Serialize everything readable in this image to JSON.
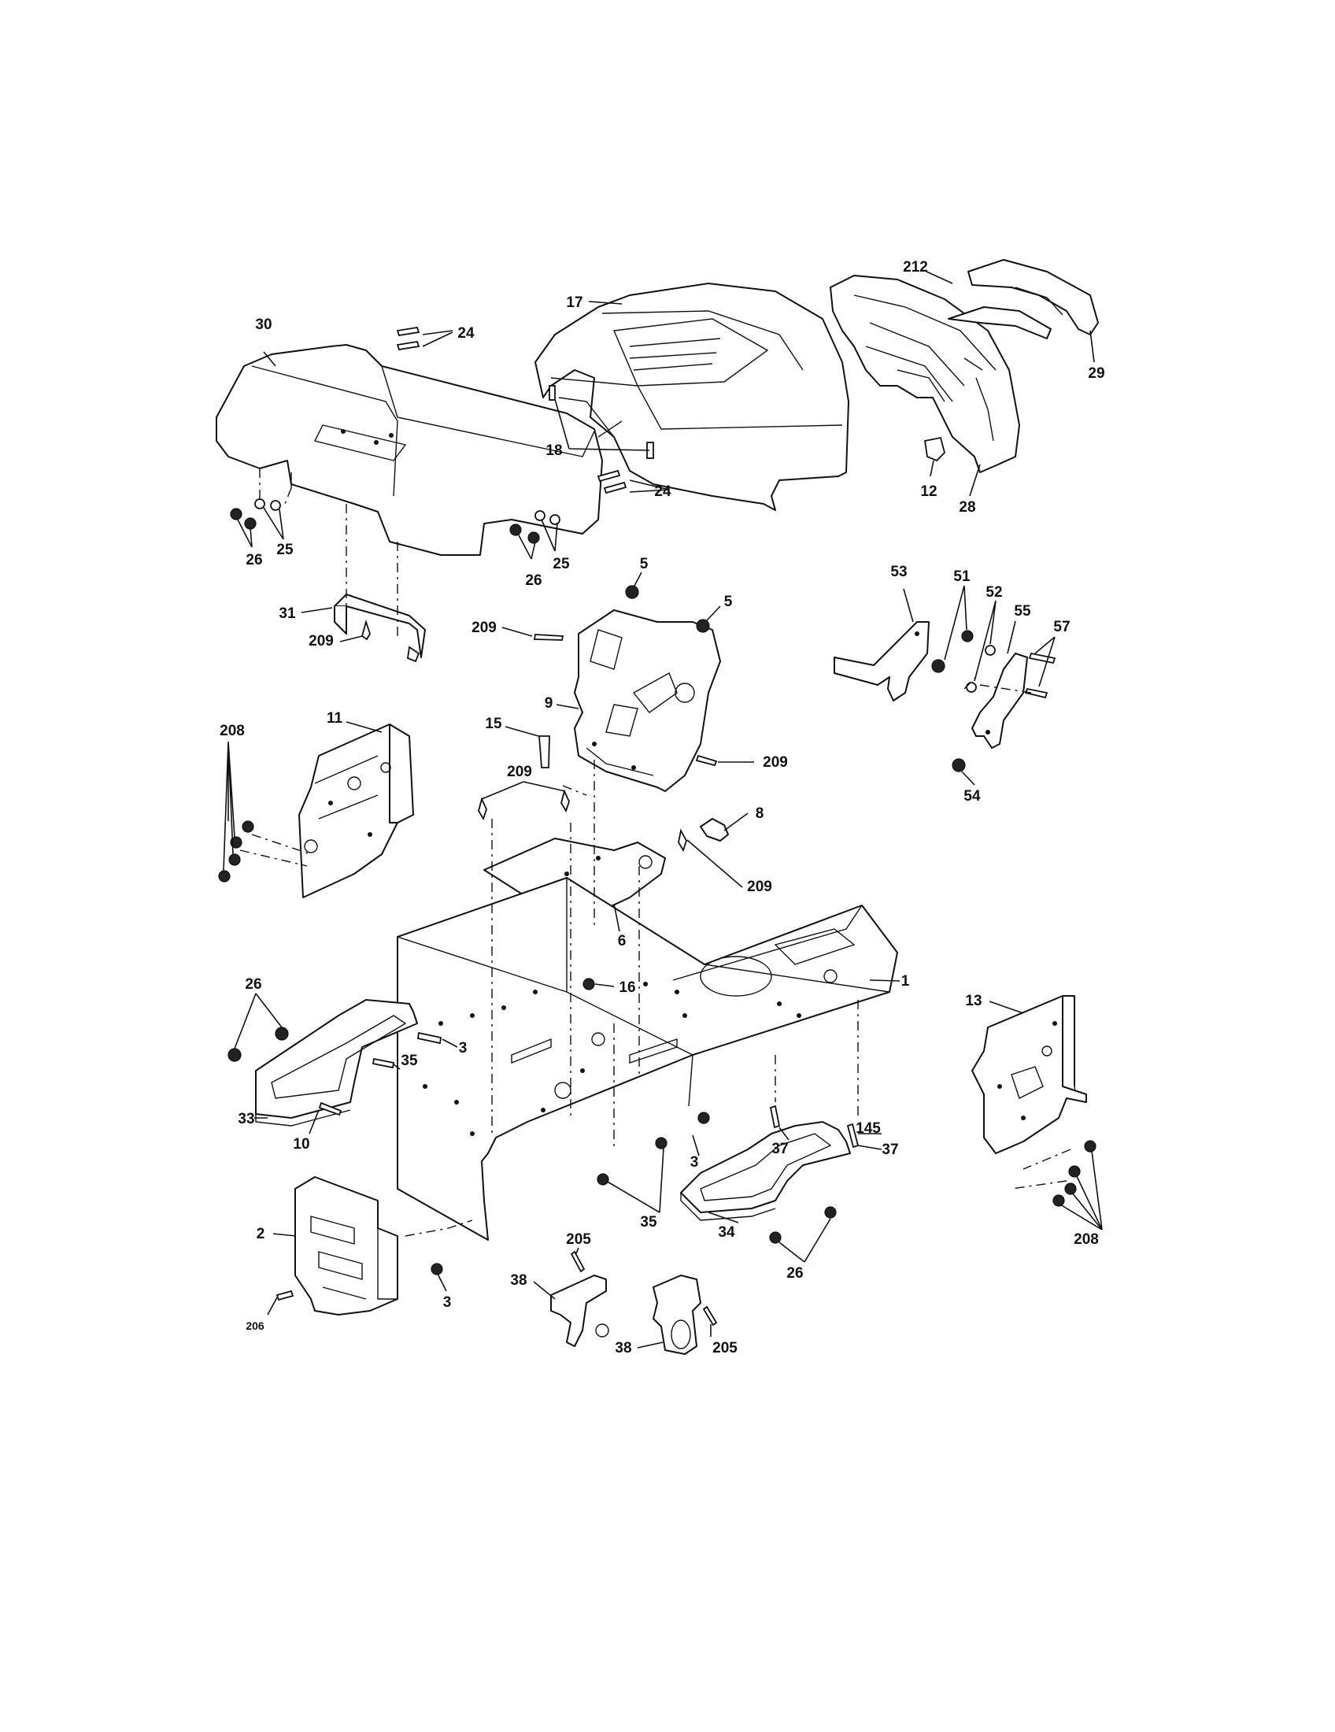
{
  "diagram": {
    "callouts": [
      {
        "id": "c30",
        "text": "30"
      },
      {
        "id": "c24a",
        "text": "24"
      },
      {
        "id": "c17",
        "text": "17"
      },
      {
        "id": "c212",
        "text": "212"
      },
      {
        "id": "c29",
        "text": "29"
      },
      {
        "id": "c18",
        "text": "18"
      },
      {
        "id": "c24b",
        "text": "24"
      },
      {
        "id": "c12",
        "text": "12"
      },
      {
        "id": "c28",
        "text": "28"
      },
      {
        "id": "c25a",
        "text": "25"
      },
      {
        "id": "c26a",
        "text": "26"
      },
      {
        "id": "c25b",
        "text": "25"
      },
      {
        "id": "c26b",
        "text": "26"
      },
      {
        "id": "c5a",
        "text": "5"
      },
      {
        "id": "c5b",
        "text": "5"
      },
      {
        "id": "c31",
        "text": "31"
      },
      {
        "id": "c209a",
        "text": "209"
      },
      {
        "id": "c209b",
        "text": "209"
      },
      {
        "id": "c53",
        "text": "53"
      },
      {
        "id": "c51",
        "text": "51"
      },
      {
        "id": "c52",
        "text": "52"
      },
      {
        "id": "c55",
        "text": "55"
      },
      {
        "id": "c57",
        "text": "57"
      },
      {
        "id": "c208a",
        "text": "208"
      },
      {
        "id": "c11",
        "text": "11"
      },
      {
        "id": "c15",
        "text": "15"
      },
      {
        "id": "c9",
        "text": "9"
      },
      {
        "id": "c209c",
        "text": "209"
      },
      {
        "id": "c209d",
        "text": "209"
      },
      {
        "id": "c8",
        "text": "8"
      },
      {
        "id": "c209e",
        "text": "209"
      },
      {
        "id": "c54",
        "text": "54"
      },
      {
        "id": "c6",
        "text": "6"
      },
      {
        "id": "c16",
        "text": "16"
      },
      {
        "id": "c1",
        "text": "1"
      },
      {
        "id": "c13",
        "text": "13"
      },
      {
        "id": "c26c",
        "text": "26"
      },
      {
        "id": "c3a",
        "text": "3"
      },
      {
        "id": "c35a",
        "text": "35"
      },
      {
        "id": "c33",
        "text": "33"
      },
      {
        "id": "c10",
        "text": "10"
      },
      {
        "id": "c37a",
        "text": "37"
      },
      {
        "id": "c145",
        "text": "145"
      },
      {
        "id": "c37b",
        "text": "37"
      },
      {
        "id": "c3b",
        "text": "3"
      },
      {
        "id": "c35b",
        "text": "35"
      },
      {
        "id": "c34",
        "text": "34"
      },
      {
        "id": "c26d",
        "text": "26"
      },
      {
        "id": "c208b",
        "text": "208"
      },
      {
        "id": "c2",
        "text": "2"
      },
      {
        "id": "c206",
        "text": "206"
      },
      {
        "id": "c3c",
        "text": "3"
      },
      {
        "id": "c205a",
        "text": "205"
      },
      {
        "id": "c38a",
        "text": "38"
      },
      {
        "id": "c38b",
        "text": "38"
      },
      {
        "id": "c205b",
        "text": "205"
      }
    ]
  }
}
